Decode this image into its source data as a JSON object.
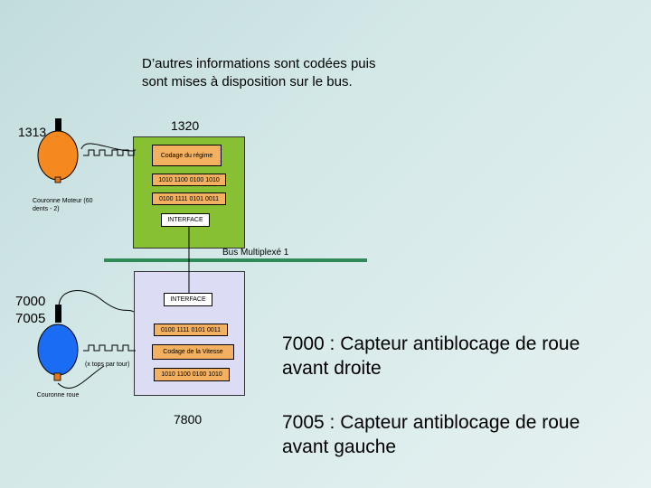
{
  "title_lines": [
    "D’autres informations sont codées puis",
    "sont mises à disposition sur le bus."
  ],
  "ecu_top": {
    "id": "1320",
    "coding_box": "Codage du régime",
    "frame_1": "1010 1100 0100 1010",
    "frame_2": "0100 1111 0101 0011",
    "interface": "INTERFACE"
  },
  "sensor_top": {
    "id": "1313",
    "wheel_label": "Couronne Moteur (60 dents - 2)"
  },
  "bus": {
    "label": "Bus Multiplexé 1",
    "color": "#2e8b57"
  },
  "ecu_bottom": {
    "id": "7800",
    "interface": "INTERFACE",
    "frame_1": "0100 1111 0101 0011",
    "coding_box": "Codage de la Vitesse",
    "frame_2": "1010 1100 0100 1010"
  },
  "sensor_bottom": {
    "id_1": "7000",
    "id_2": "7005",
    "pulses_label": "(x tops par tour)",
    "wheel_label": "Couronne roue"
  },
  "legend": {
    "line_7000": "7000 : Capteur antiblocage de roue avant droite",
    "line_7005": "7005 : Capteur antiblocage de roue avant gauche"
  },
  "colors": {
    "wheel_top": "#f5891f",
    "wheel_bottom": "#1a6cf5",
    "ecu_top": "#88c034",
    "ecu_bottom": "#dcdcf4",
    "box_fill": "#f2b060"
  }
}
